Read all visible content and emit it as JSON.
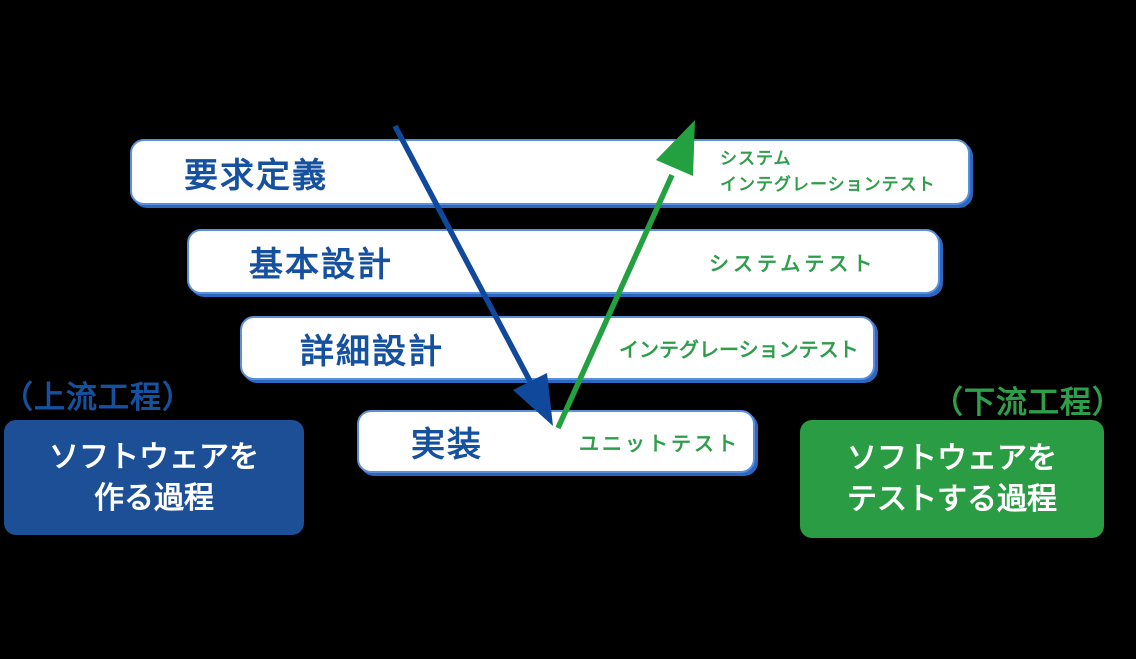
{
  "colors": {
    "background": "#000000",
    "blue_text": "#15519f",
    "green_text": "#2f9e4b",
    "arrow_blue": "#10489c",
    "arrow_green": "#23a03f",
    "box_border": "#5b8fd8",
    "box_shadow": "#2a67c0",
    "box_fill": "#ffffff",
    "upstream_fill": "#1c4f96",
    "downstream_fill": "#2a9c44"
  },
  "rows": [
    {
      "phase": "要求定義",
      "test_lines": [
        "システム",
        "インテグレーションテスト"
      ]
    },
    {
      "phase": "基本設計",
      "test_lines": [
        "システムテスト"
      ]
    },
    {
      "phase": "詳細設計",
      "test_lines": [
        "インテグレーションテスト"
      ]
    },
    {
      "phase": "実装",
      "test_lines": [
        "ユニットテスト"
      ]
    }
  ],
  "upstream": {
    "caption": "（上流工程）",
    "label_lines": [
      "ソフトウェアを",
      "作る過程"
    ]
  },
  "downstream": {
    "caption": "（下流工程）",
    "label_lines": [
      "ソフトウェアを",
      "テストする過程"
    ]
  }
}
